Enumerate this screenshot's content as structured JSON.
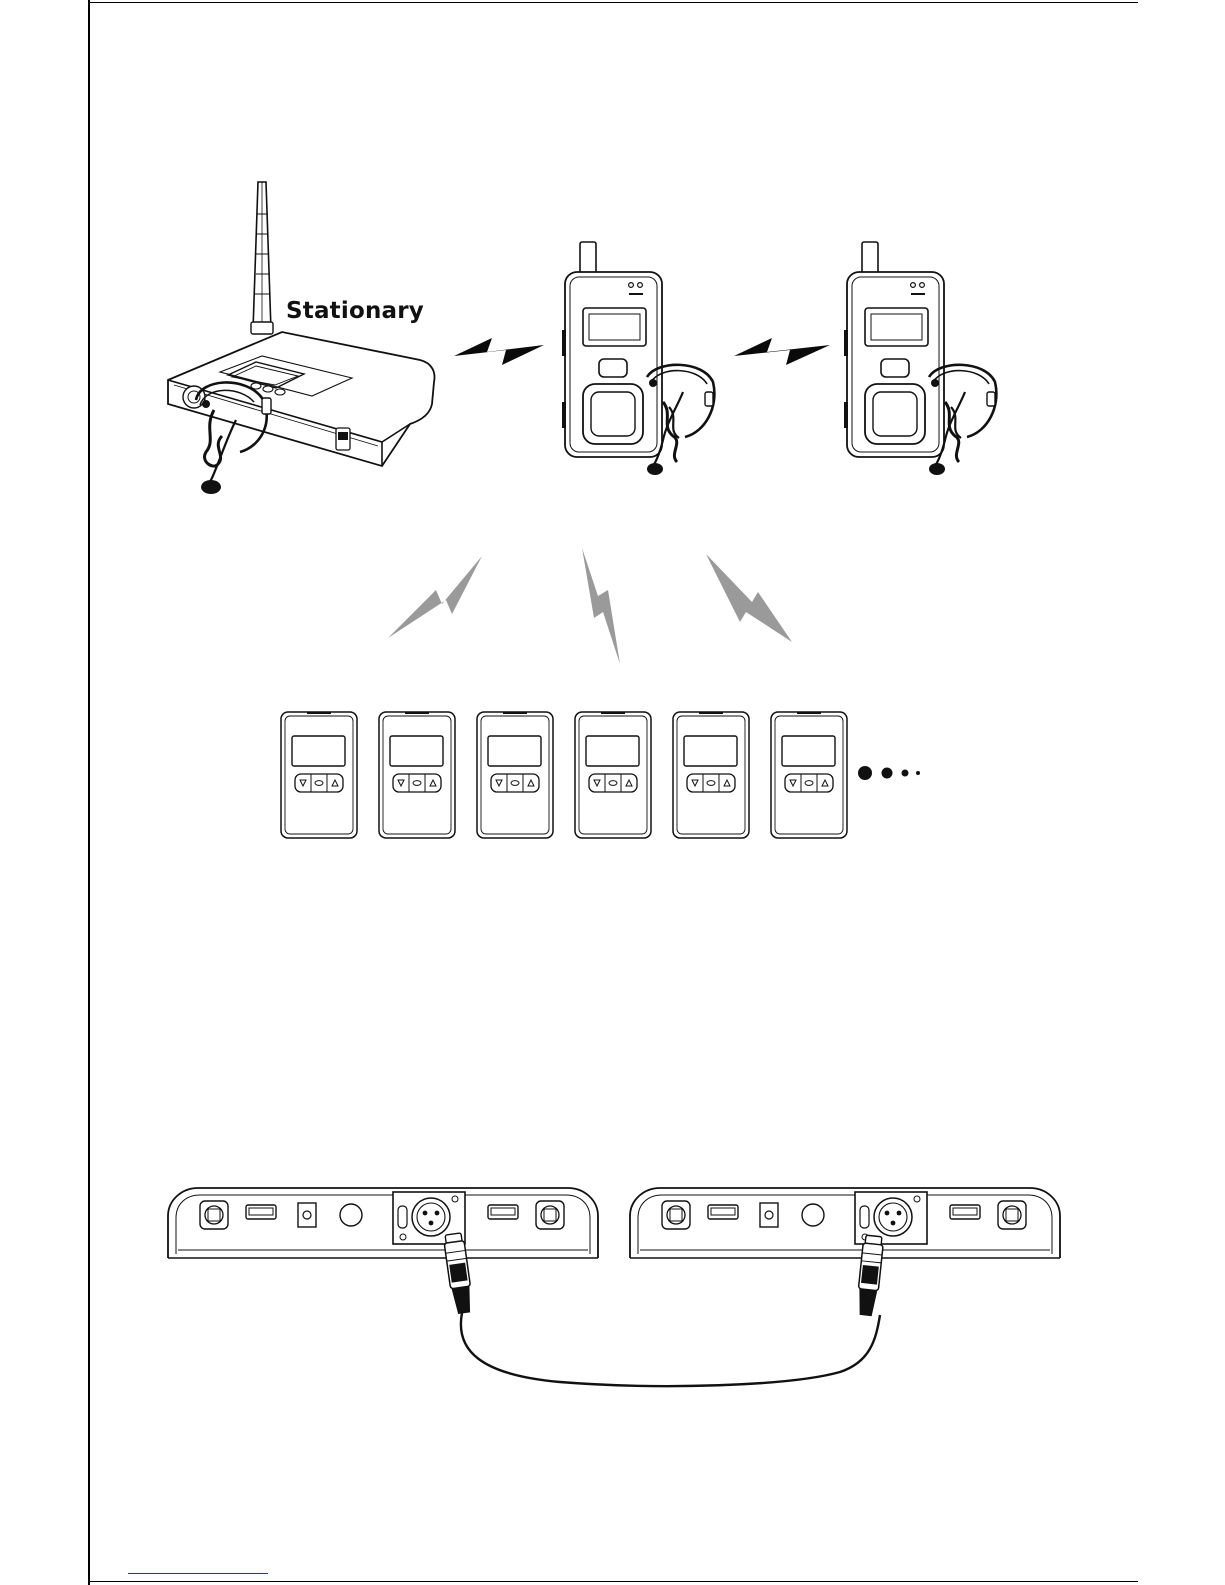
{
  "stationary_label": "Stationary",
  "colors": {
    "line": "#111111",
    "device_fill": "#ffffff",
    "signal_dark": "#0a0a0a",
    "signal_gray": "#9a9a9a",
    "frame": "#000000",
    "link": "#2233cc"
  },
  "receivers": {
    "count": 6
  },
  "more_indicator": {
    "dots": 4
  }
}
